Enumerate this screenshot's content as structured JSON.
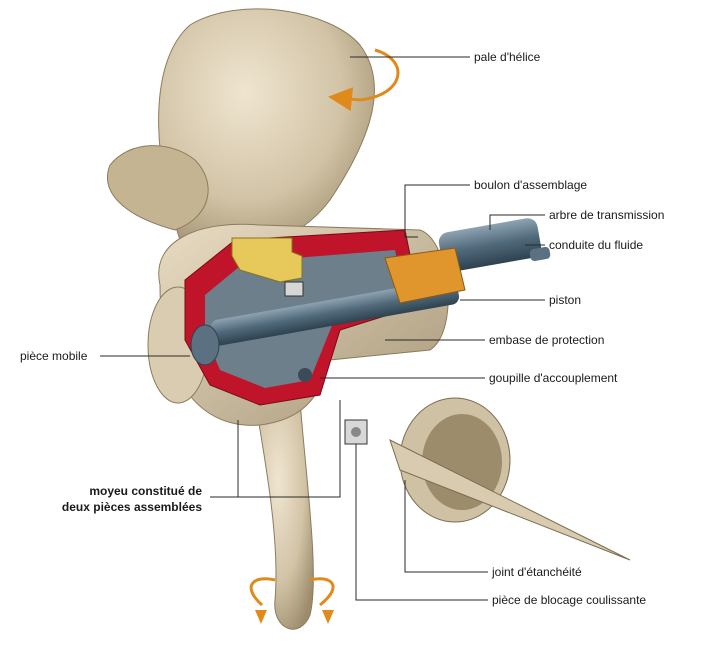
{
  "labels": {
    "blade": "pale d'hélice",
    "bolt": "boulon d'assemblage",
    "shaft": "arbre de transmission",
    "fluid": "conduite du fluide",
    "piston": "piston",
    "base": "embase de protection",
    "moving_part": "pièce mobile",
    "pin": "goupille d'accouplement",
    "hub_line1": "moyeu constitué de",
    "hub_line2": "deux pièces assemblées",
    "seal": "joint d'étanchéité",
    "sliding_block": "pièce de blocage coulissante"
  },
  "colors": {
    "blade": "#d8cbb0",
    "blade_shadow": "#a79876",
    "casing_red": "#c0142b",
    "shaft_blue": "#5b7181",
    "piston_orange": "#e0962c",
    "bolt_yellow": "#e6c95a",
    "arrow_orange": "#e08a1c",
    "leader_line": "#2a2a2a"
  }
}
